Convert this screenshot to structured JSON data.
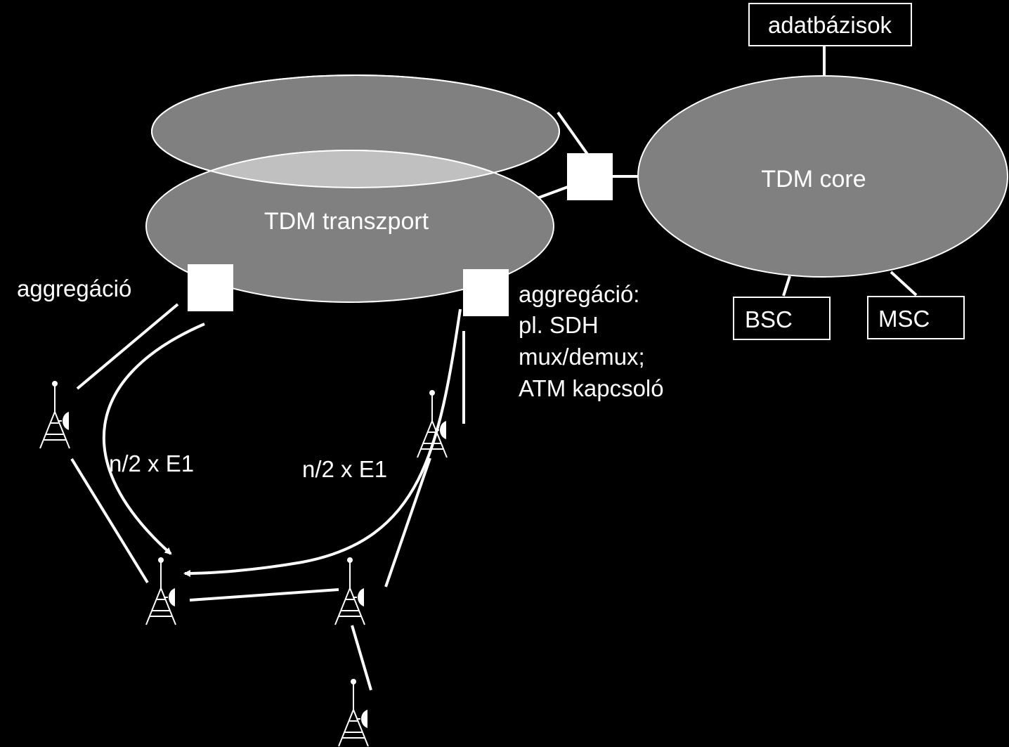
{
  "diagram": {
    "colors": {
      "background": "#000000",
      "ellipse_fill": "#808080",
      "ellipse_overlap": "#c0c0c0",
      "stroke": "#ffffff",
      "node_fill": "#ffffff"
    },
    "ellipses": {
      "upper_network": "",
      "transport": "TDM transzport",
      "core": "TDM core"
    },
    "boxes": {
      "databases": "adatbázisok",
      "bsc": "BSC",
      "msc": "MSC"
    },
    "annotations": {
      "aggregation_left": "aggregáció",
      "aggregation_right_line1": "aggregáció:",
      "aggregation_right_line2": "pl. SDH",
      "aggregation_right_line3": "mux/demux;",
      "aggregation_right_line4": "ATM kapcsoló",
      "link_left": "n/2 x E1",
      "link_right": "n/2 x E1"
    },
    "icons": {
      "node": "aggregation-node-square",
      "tower": "radio-tower-icon"
    }
  }
}
